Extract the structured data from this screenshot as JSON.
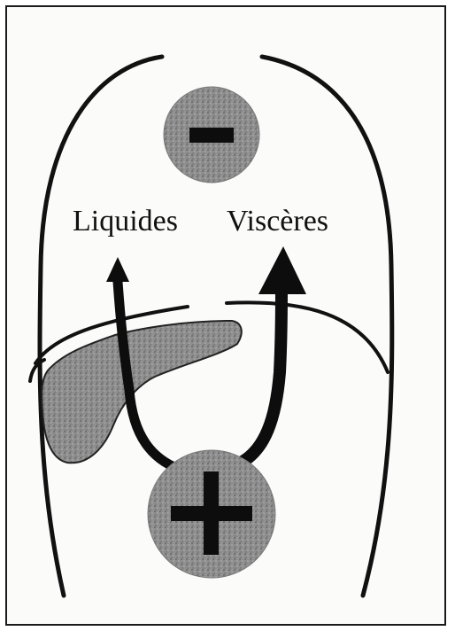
{
  "labels": {
    "left": "Liquides",
    "right": "Viscères"
  },
  "symbols": {
    "top": "minus-sign",
    "bottom": "plus-sign"
  },
  "colors": {
    "ink": "#111111",
    "grey_fill": "#8a8a8a",
    "grey_dark": "#6f6f6f",
    "background": "#fbfbfa"
  }
}
